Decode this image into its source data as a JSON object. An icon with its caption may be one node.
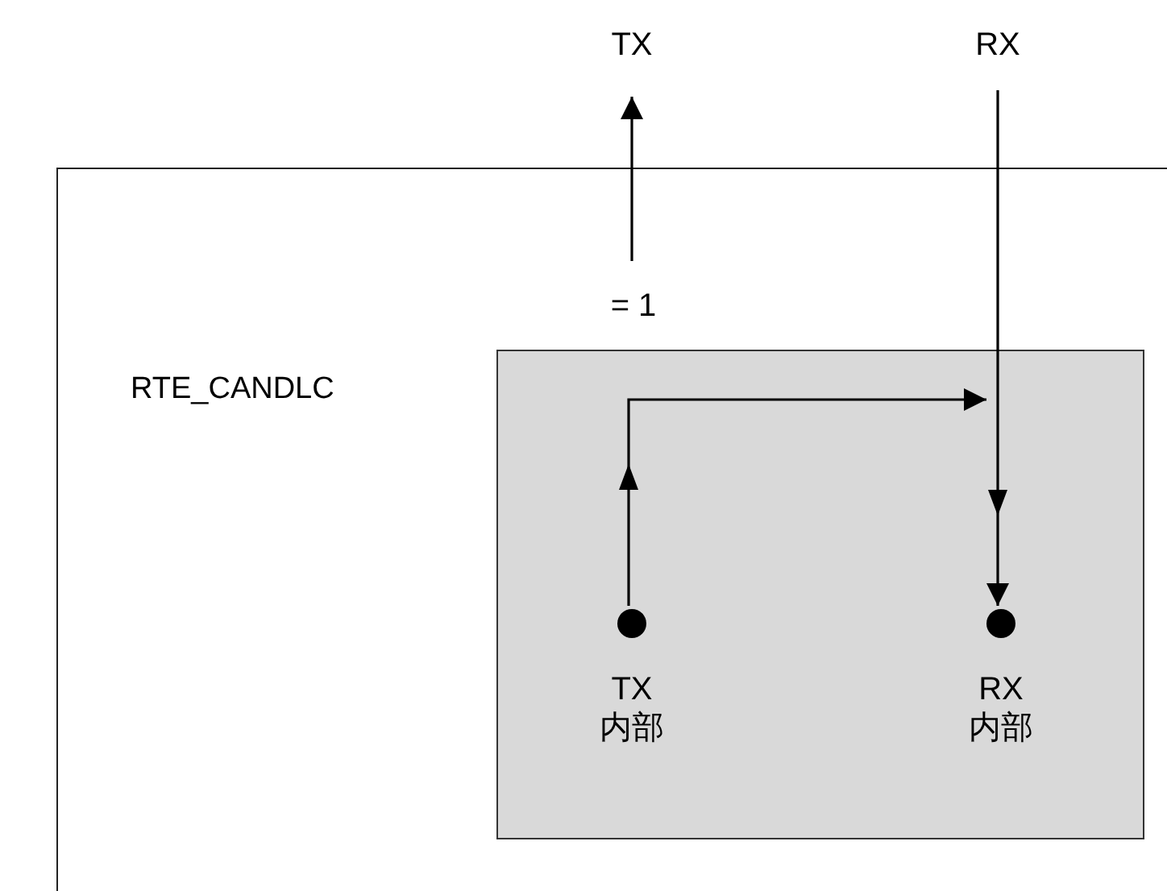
{
  "diagram": {
    "nodes": [
      {
        "text": [
          "RTE_CANDLC"
        ]
      },
      {
        "text": [],
        "shape": "box",
        "in": 0
      },
      {
        "text": [],
        "shape": "circle",
        "in": 1,
        "beside": [
          "TX 内部"
        ]
      },
      {
        "text": [],
        "shape": "circle",
        "in": 1,
        "beside": [
          "RX 内部"
        ]
      },
      {
        "text": [
          "TX"
        ]
      },
      {
        "text": [
          "RX"
        ]
      },
      {
        "text": [
          "= 1"
        ],
        "in": 0
      }
    ],
    "edges": [
      {
        "from": 6,
        "to": 4,
        "arrow": "to"
      },
      {
        "from": 5,
        "to": 3,
        "arrow": "to"
      },
      {
        "from": 2,
        "to": null,
        "arrow": "to"
      }
    ]
  }
}
